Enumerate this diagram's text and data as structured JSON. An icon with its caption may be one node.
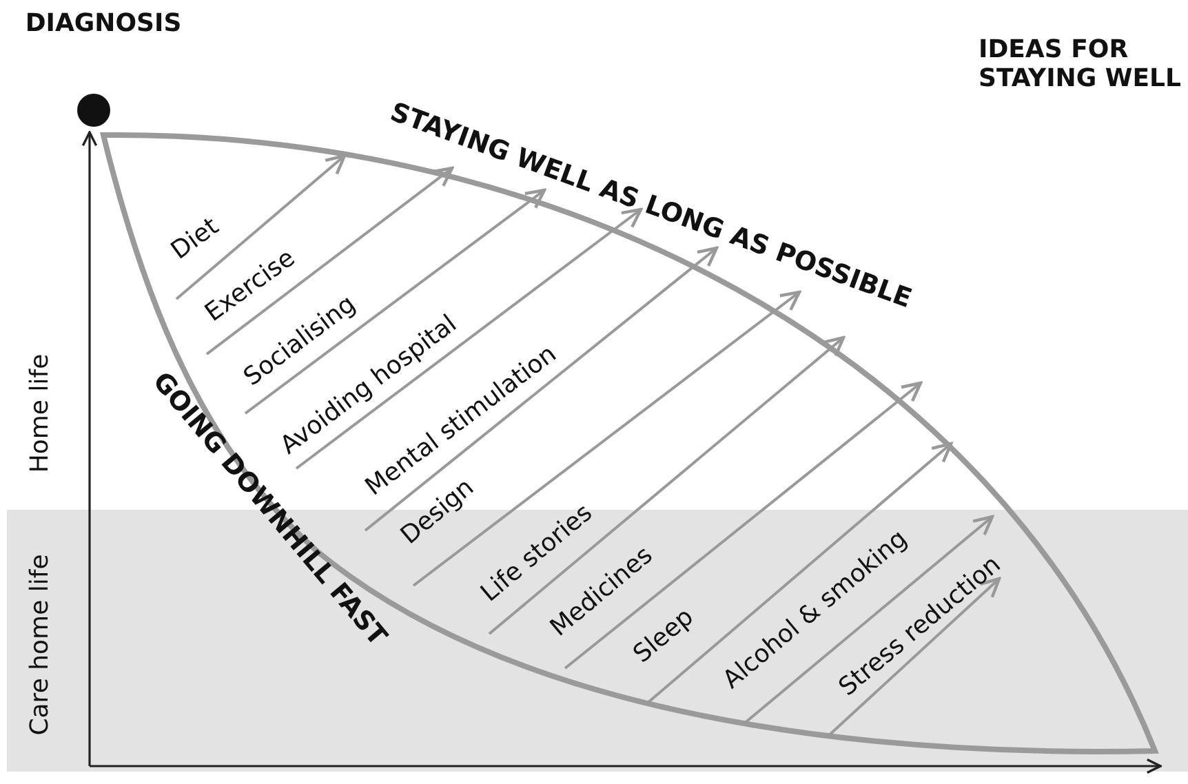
{
  "diagram": {
    "labels": [
      "DIAGNOSIS",
      "IDEAS FOR STAYING WELL",
      "STAYING WELL AS LONG AS POSSIBLE",
      "Diet",
      "Exercise",
      "Socialising",
      "Avoiding hospital",
      "Mental stimulation",
      "GOING DOWNHILL FAST",
      "Design",
      "Life stories",
      "Medicines",
      "Sleep",
      "Alcohol & smoking",
      "Stress reduction",
      "Home life",
      "Care home life"
    ]
  }
}
